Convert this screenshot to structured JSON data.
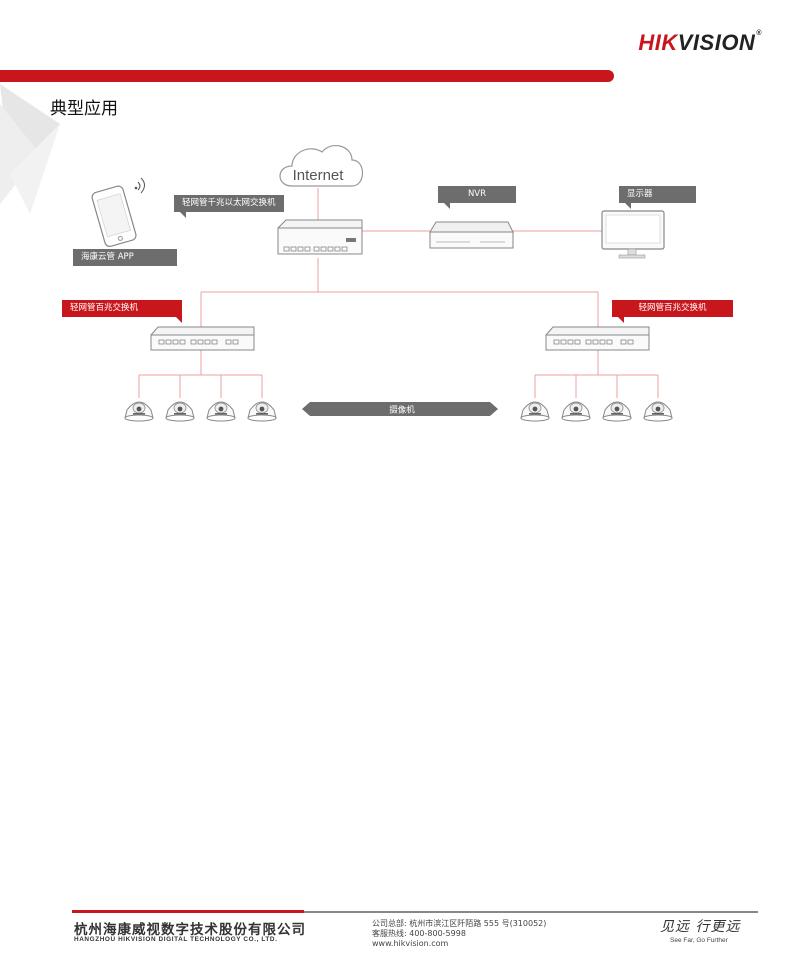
{
  "header": {
    "logo_brand": "HIK",
    "logo_rest": "VISION",
    "logo_mark": "®"
  },
  "page_title": "典型应用",
  "diagram": {
    "internet_label": "Internet",
    "main_switch_label": "轻网管千兆以太网交换机",
    "nvr_label": "NVR",
    "monitor_label": "显示器",
    "app_label": "海康云管 APP",
    "left_switch_label": "轻网管百兆交换机",
    "right_switch_label": "轻网管百兆交换机",
    "camera_label": "摄像机",
    "colors": {
      "accent": "#c8161d",
      "tag_gray": "#6d6d6d",
      "line": "#e8a0a3"
    }
  },
  "footer": {
    "company_cn": "杭州海康威视数字技术股份有限公司",
    "company_en": "HANGZHOU HIKVISION DIGITAL TECHNOLOGY CO., LTD.",
    "address": "公司总部: 杭州市滨江区阡陌路 555 号(310052)",
    "hotline": "客服热线: 400-800-5998",
    "website": "www.hikvision.com",
    "slogan_cn": "见远 行更远",
    "slogan_en": "See Far, Go Further"
  }
}
